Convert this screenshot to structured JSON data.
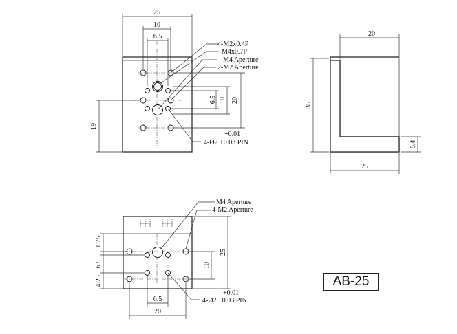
{
  "model_label": "AB-25",
  "front_view": {
    "dim_width_overall": "25",
    "dim_width_inner": "10",
    "dim_width_small": "6.5",
    "dim_height_right": "20",
    "dim_height_mid": "10",
    "dim_height_small": "6.5",
    "dim_height_left": "19",
    "callout_1": "4-M2x0.4P",
    "callout_2": "M4x0.7P",
    "callout_3": "M4 Aperture",
    "callout_4": "2-M2 Aperture",
    "tolerance_upper": "+0.01",
    "pin_note": "4-Ø2 +0.03 PIN"
  },
  "side_view": {
    "dim_top": "20",
    "dim_height": "35",
    "dim_bottom": "25",
    "dim_thickness": "6.4"
  },
  "bottom_view": {
    "callout_1": "M4 Aperture",
    "callout_2": "4-M2 Aperture",
    "dim_left_top": "1.75",
    "dim_left_mid": "6.5",
    "dim_left_bottom": "4.25",
    "dim_right_height": "25",
    "dim_right_mid": "10",
    "dim_bottom_small": "6.5",
    "dim_bottom_wide": "20",
    "tolerance_upper": "+0.01",
    "pin_note": "4-Ø2 +0.03 PIN"
  }
}
